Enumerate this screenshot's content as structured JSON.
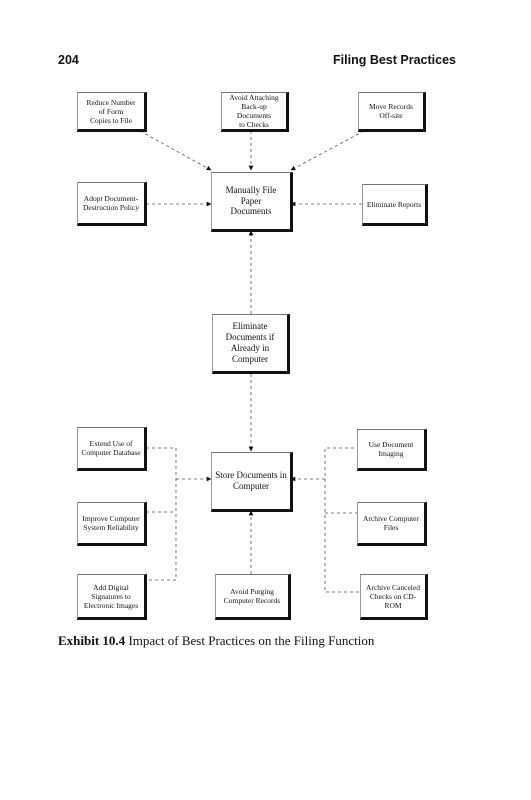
{
  "header": {
    "page_number": "204",
    "running_title": "Filing Best Practices"
  },
  "diagram": {
    "nodes": {
      "reduce_copies": "Reduce Number\nof Form\nCopies to File",
      "avoid_backup": "Avoid Attaching\nBack-up Documents\nto Checks",
      "move_offsite": "Move Records\nOff-site",
      "adopt_policy": "Adopt Document-\nDestruction Policy",
      "manual_file": "Manually File Paper\nDocuments",
      "eliminate_reports": "Eliminate Reports",
      "eliminate_docs": "Eliminate\nDocuments if\nAlready in\nComputer",
      "extend_db": "Extend Use of\nComputer Database",
      "doc_imaging": "Use Document\nImaging",
      "store_computer": "Store Documents in\nComputer",
      "improve_reliability": "Improve Computer\nSystem Reliability",
      "archive_files": "Archive Computer\nFiles",
      "digital_signatures": "Add Digital\nSignatures to\nElectronic Images",
      "avoid_purging": "Avoid Purging\nComputer Records",
      "archive_checks": "Archive Canceled\nChecks on CD-ROM"
    }
  },
  "caption": {
    "label": "Exhibit 10.4",
    "text": "Impact of Best Practices on the Filing Function"
  }
}
